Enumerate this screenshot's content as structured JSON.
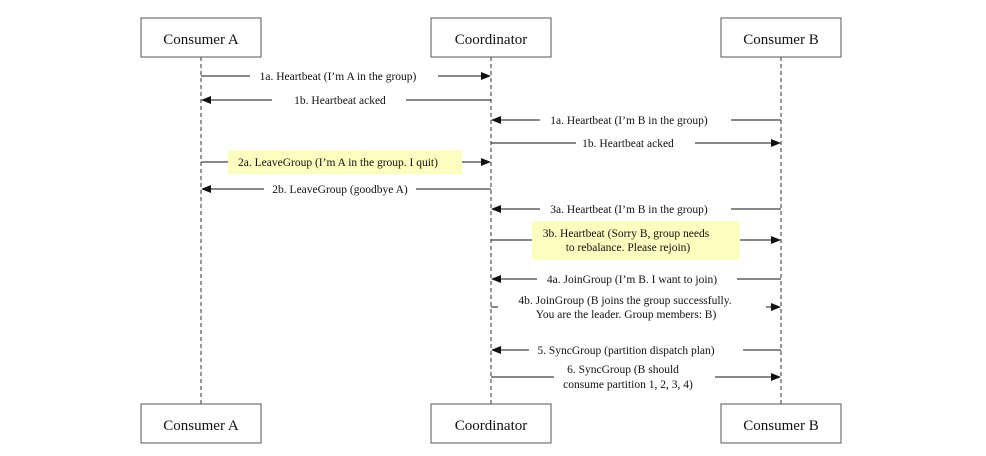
{
  "participants": {
    "a": "Consumer A",
    "coordinator": "Coordinator",
    "b": "Consumer B"
  },
  "messages": [
    {
      "id": "m1",
      "lines": [
        "1a. Heartbeat (I’m A in the group)"
      ]
    },
    {
      "id": "m2",
      "lines": [
        "1b. Heartbeat acked"
      ]
    },
    {
      "id": "m3",
      "lines": [
        "1a. Heartbeat (I’m B in the group)"
      ]
    },
    {
      "id": "m4",
      "lines": [
        "1b. Heartbeat acked"
      ]
    },
    {
      "id": "m5",
      "lines": [
        "2a. LeaveGroup (I’m A in the group. I quit)"
      ],
      "highlight": true
    },
    {
      "id": "m6",
      "lines": [
        "2b. LeaveGroup (goodbye A)"
      ]
    },
    {
      "id": "m7",
      "lines": [
        "3a. Heartbeat (I’m B in the group)"
      ]
    },
    {
      "id": "m8",
      "lines": [
        "3b. Heartbeat (Sorry B, group needs",
        "to rebalance. Please rejoin)"
      ],
      "highlight": true
    },
    {
      "id": "m9",
      "lines": [
        "4a. JoinGroup (I’m B. I want to join)"
      ]
    },
    {
      "id": "m10",
      "lines": [
        "4b. JoinGroup (B joins the group successfully.",
        "You are the leader. Group members: B)"
      ]
    },
    {
      "id": "m11",
      "lines": [
        "5. SyncGroup (partition dispatch plan)"
      ]
    },
    {
      "id": "m12",
      "lines": [
        "6. SyncGroup (B should",
        "consume partition 1, 2, 3, 4)"
      ]
    }
  ]
}
